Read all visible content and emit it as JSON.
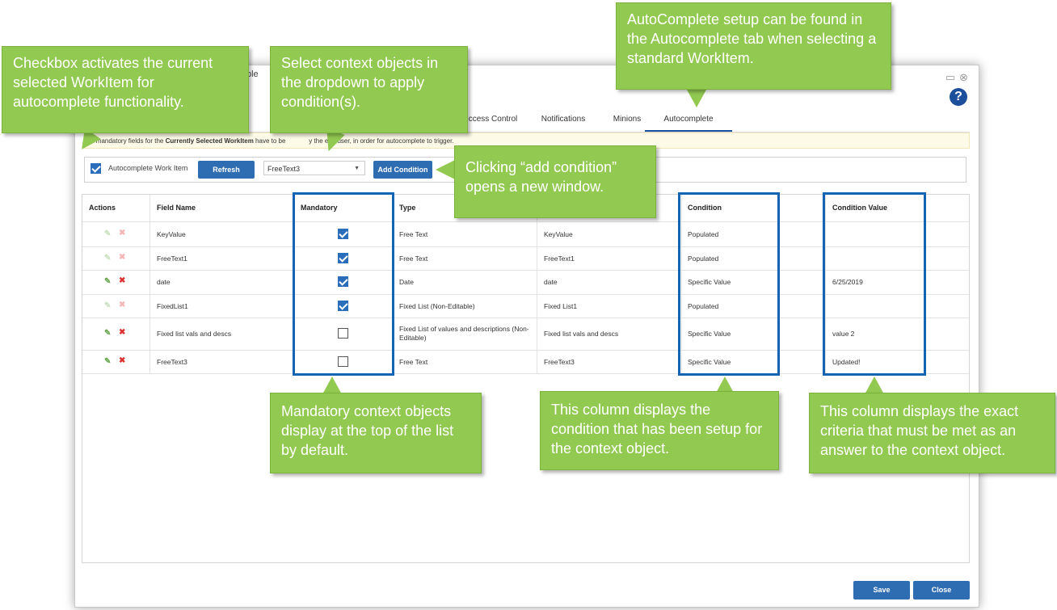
{
  "dialog": {
    "fragment_title": "ble",
    "tabs": [
      {
        "label": "ccess Control",
        "active": false
      },
      {
        "label": "Notifications",
        "active": false
      },
      {
        "label": "Minions",
        "active": false
      },
      {
        "label": "Autocomplete",
        "active": true
      }
    ],
    "info_text": {
      "pre": "ll mandatory fields for the ",
      "bold": "Currently Selected WorkItem",
      "post": " have to be             y the end user, in order for autocomplete to trigger."
    },
    "toolbar": {
      "autocomplete_checkbox_checked": true,
      "autocomplete_label": "Autocomplete Work Item",
      "refresh_label": "Refresh",
      "context_select_value": "FreeText3",
      "add_condition_label": "Add Condition"
    },
    "table": {
      "headers": [
        "Actions",
        "Field Name",
        "Mandatory",
        "Type",
        "",
        "Condition",
        "Condition Value"
      ],
      "rows": [
        {
          "field": "KeyValue",
          "mandatory": true,
          "type": "Free Text",
          "context": "KeyValue",
          "condition": "Populated",
          "value": "",
          "actions_enabled": false
        },
        {
          "field": "FreeText1",
          "mandatory": true,
          "type": "Free Text",
          "context": "FreeText1",
          "condition": "Populated",
          "value": "",
          "actions_enabled": false
        },
        {
          "field": "date",
          "mandatory": true,
          "type": "Date",
          "context": "date",
          "condition": "Specific Value",
          "value": "6/25/2019",
          "actions_enabled": true
        },
        {
          "field": "FixedList1",
          "mandatory": true,
          "type": "Fixed List (Non-Editable)",
          "context": "Fixed List1",
          "condition": "Populated",
          "value": "",
          "actions_enabled": false
        },
        {
          "field": "Fixed list vals and descs",
          "mandatory": false,
          "type": "Fixed List of values and descriptions (Non-Editable)",
          "context": "Fixed list vals and descs",
          "condition": "Specific Value",
          "value": "value 2",
          "actions_enabled": true
        },
        {
          "field": "FreeText3",
          "mandatory": false,
          "type": "Free Text",
          "context": "FreeText3",
          "condition": "Specific Value",
          "value": "Updated!",
          "actions_enabled": true
        }
      ]
    },
    "footer": {
      "save_label": "Save",
      "close_label": "Close"
    },
    "help_glyph": "?"
  },
  "callouts": {
    "autocomplete_tab": "AutoComplete setup can be found in the Autocomplete tab when selecting a standard WorkItem.",
    "checkbox": "Checkbox activates the current selected WorkItem for autocomplete functionality.",
    "context_select": "Select context objects in the dropdown to apply condition(s).",
    "add_condition": "Clicking “add condition” opens a new window.",
    "mandatory": "Mandatory context objects display at the top of the list by default.",
    "condition": "This column displays the condition that has been setup for the context object.",
    "condition_value": "This column displays the exact criteria that must be met as an answer to the context object."
  },
  "colors": {
    "accent": "#2f6db3",
    "callout": "#92c951",
    "highlight": "#1464b4"
  },
  "icons": [
    "edit-icon",
    "delete-icon",
    "help-icon",
    "minimize-icon",
    "close-icon",
    "caret-down-icon"
  ]
}
